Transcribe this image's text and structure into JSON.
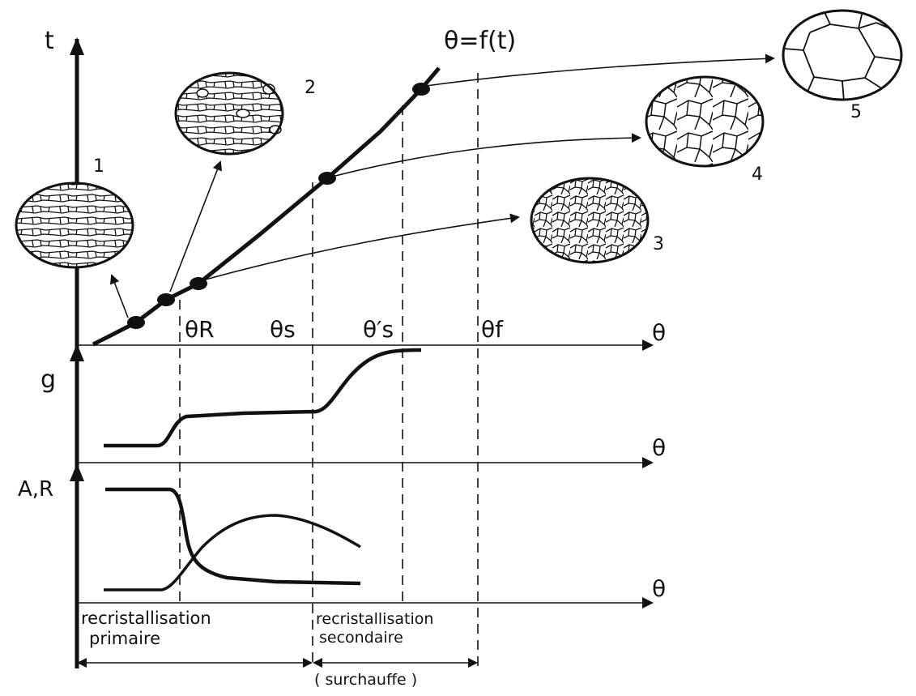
{
  "axes": {
    "top_y": "t",
    "mid_y": "g",
    "bottom_y": "A,R",
    "x": "θ"
  },
  "curve_label": "θ=f(t)",
  "temperatures": {
    "theta_R": "θR",
    "theta_s": "θs",
    "theta_s_prime": "θ′s",
    "theta_f": "θf"
  },
  "microstructures": [
    {
      "label": "1"
    },
    {
      "label": "2"
    },
    {
      "label": "3"
    },
    {
      "label": "4"
    },
    {
      "label": "5"
    }
  ],
  "zones": {
    "primary_line1": "recristallisation",
    "primary_line2": "primaire",
    "secondary_line1": "recristallisation",
    "secondary_line2": "secondaire",
    "overheating": "( surchauffe )"
  },
  "colors": {
    "ink": "#111111",
    "background": "#ffffff"
  }
}
